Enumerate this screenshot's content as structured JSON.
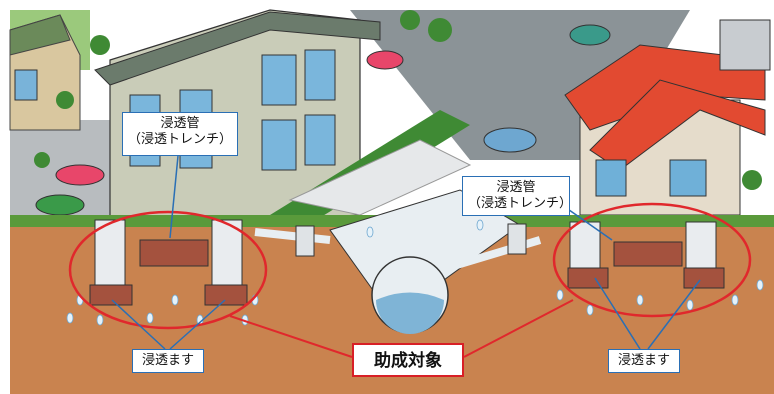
{
  "labels": {
    "infiltration_pipe_left": {
      "line1": "浸透管",
      "line2": "（浸透トレンチ）"
    },
    "infiltration_pipe_right": {
      "line1": "浸透管",
      "line2": "（浸透トレンチ）"
    },
    "infiltration_basin_left": "浸透ます",
    "infiltration_basin_right": "浸透ます",
    "subsidy_target": "助成対象"
  },
  "colors": {
    "sky": "#ffffff",
    "ground": "#c9834f",
    "grass": "#5a9a3b",
    "building": "#c7cab6",
    "roof_red": "#e24a31",
    "road": "#7a8388",
    "pipe": "#e8eef2",
    "water": "#7fb4d6",
    "brick": "#a4523e",
    "basin": "#e9ecef",
    "subsidy_ring": "#e0282c",
    "leader_line": "#2a6fb5"
  },
  "icons": [
    "building-icon",
    "house-icon",
    "car-icon",
    "tree-icon",
    "water-drop-icon"
  ]
}
